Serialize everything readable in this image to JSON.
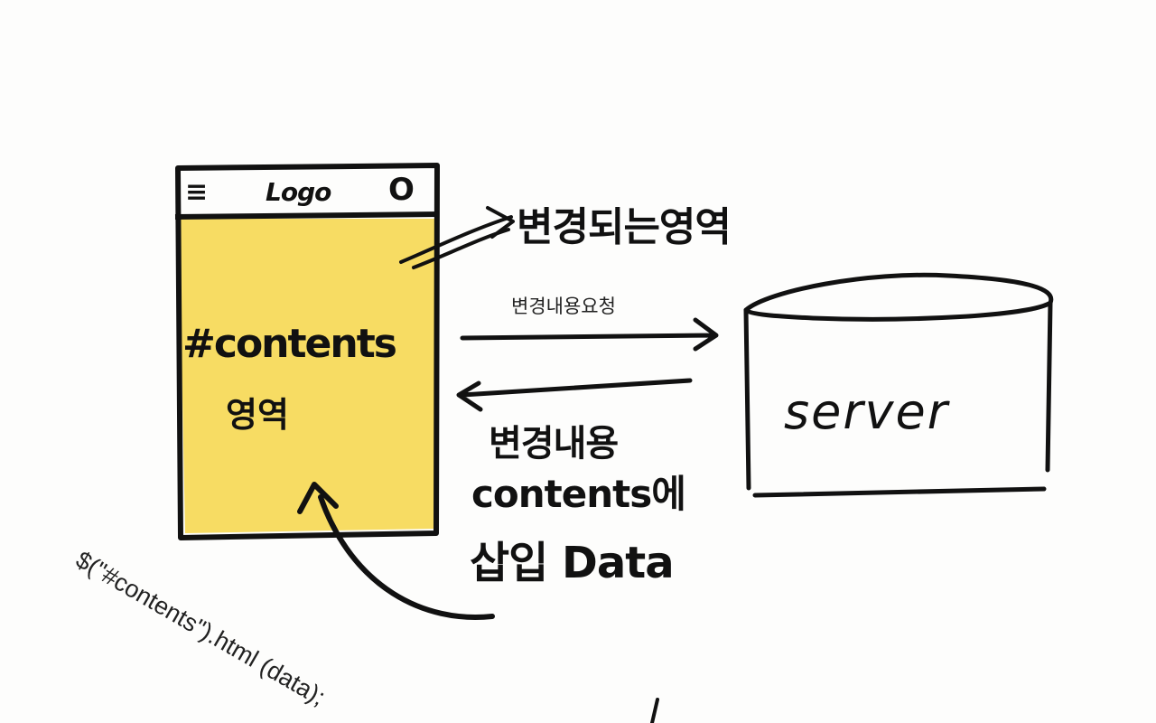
{
  "phone": {
    "menu_icon": "≡",
    "logo": "Logo",
    "user_icon": "O",
    "content_label_line1": "#contents",
    "content_label_line2": "영역",
    "fill_color": "#f7dc63"
  },
  "labels": {
    "changed_area": "변경되는영역",
    "request": "변경내용요청",
    "response_line1": "변경내용",
    "response_line2": "contents에",
    "response_line3": "삽입 Data",
    "server": "server",
    "code": "$(\"#contents\").html (data);"
  }
}
